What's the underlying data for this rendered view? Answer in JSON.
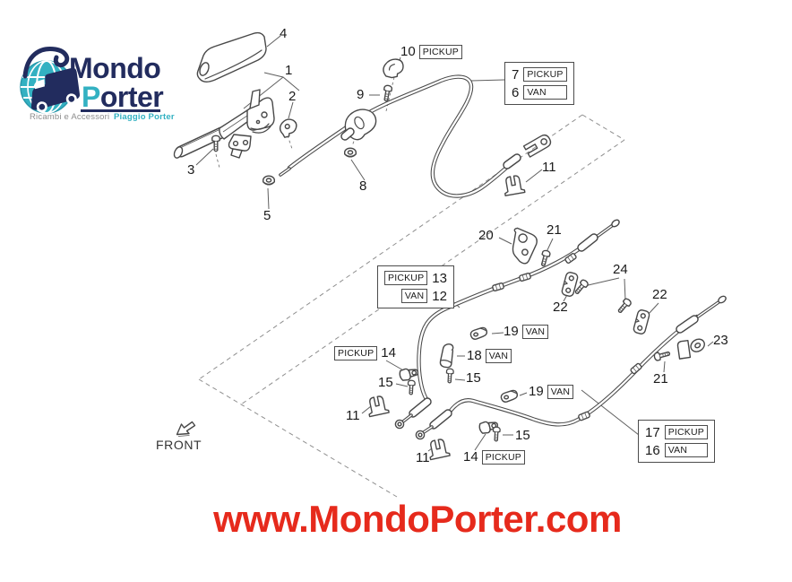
{
  "logo": {
    "brand_top": "Mondo",
    "brand_bottom_initial": "P",
    "brand_bottom_rest": "orter",
    "tagline": "Ricambi e Accessori",
    "tagline_brand": "Piaggio Porter"
  },
  "footer": {
    "url": "www.MondoPorter.com"
  },
  "diagram": {
    "front_label": "FRONT",
    "tags": {
      "pickup": "PICKUP",
      "van": "VAN"
    },
    "numbers": {
      "n1": "1",
      "n2": "2",
      "n3": "3",
      "n4": "4",
      "n5": "5",
      "n6": "6",
      "n7": "7",
      "n8": "8",
      "n9": "9",
      "n10": "10",
      "n11": "11",
      "n12": "12",
      "n13": "13",
      "n14": "14",
      "n15": "15",
      "n16": "16",
      "n17": "17",
      "n18": "18",
      "n19": "19",
      "n20": "20",
      "n21": "21",
      "n22": "22",
      "n23": "23",
      "n24": "24"
    }
  },
  "colors": {
    "navy": "#222c5e",
    "teal": "#33b1c2",
    "gray": "#8d8d8d",
    "red": "#e62a1c",
    "line": "#484848"
  }
}
